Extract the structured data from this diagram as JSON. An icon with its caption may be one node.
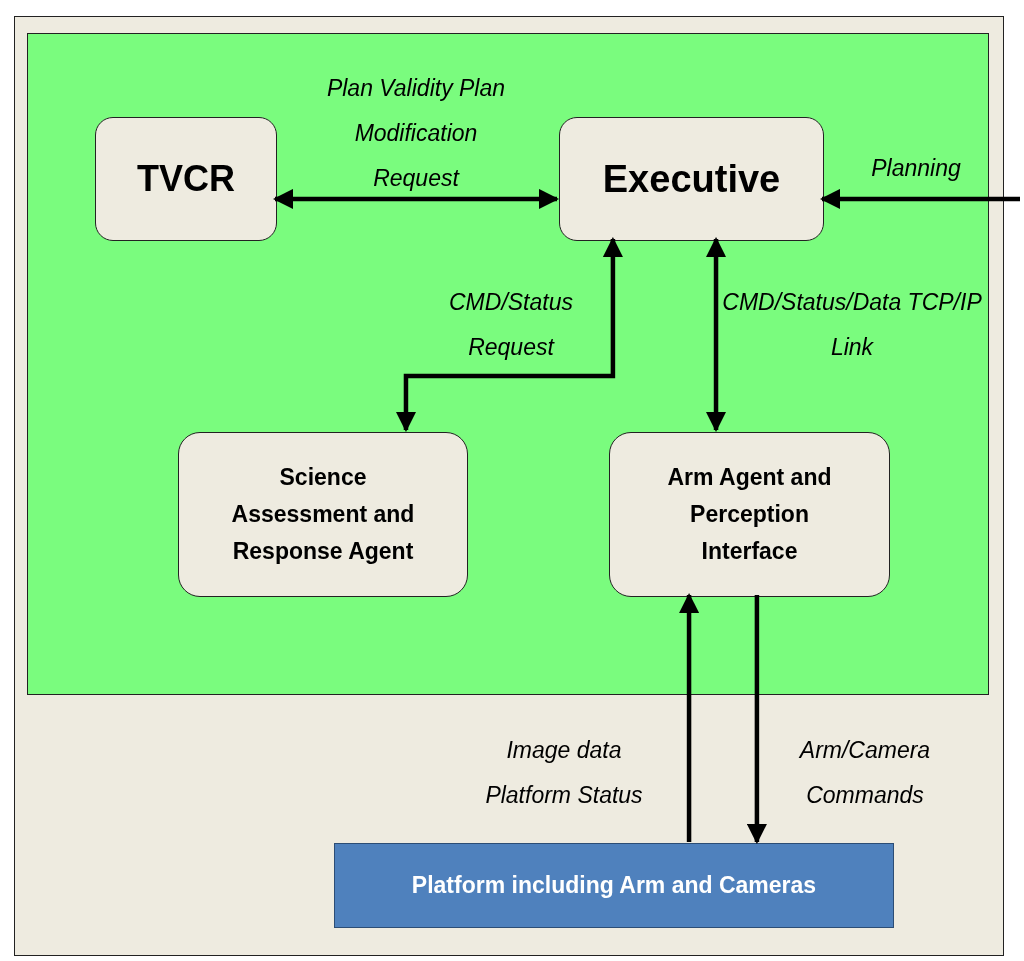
{
  "diagram": {
    "nodes": [
      {
        "text": [],
        "shape": "box"
      },
      {
        "text": [],
        "shape": "box",
        "in": 0
      },
      {
        "text": [
          "TVCR"
        ],
        "in": 1
      },
      {
        "text": [
          "Executive"
        ],
        "in": 1
      },
      {
        "text": [
          "Science Assessment and Response Agent"
        ],
        "in": 1
      },
      {
        "text": [
          "Arm Agent and Perception Interface"
        ],
        "in": 1
      },
      {
        "text": [
          "Platform including Arm and Cameras"
        ],
        "in": 0
      }
    ],
    "edges": [
      {
        "from": 2,
        "to": 3,
        "arrow": "both",
        "label": "Plan Validity Plan Modification Request"
      },
      {
        "from": null,
        "to": 3,
        "arrow": "to",
        "label": "Planning"
      },
      {
        "from": 3,
        "to": 4,
        "arrow": "both",
        "label": "CMD/Status Request"
      },
      {
        "from": 3,
        "to": 5,
        "arrow": "both",
        "label": "CMD/Status/Data TCP/IP Link"
      },
      {
        "from": 6,
        "to": 5,
        "arrow": "to",
        "label": "Image data Platform Status"
      },
      {
        "from": 5,
        "to": 6,
        "arrow": "to",
        "label": "Arm/Camera Commands"
      }
    ]
  }
}
